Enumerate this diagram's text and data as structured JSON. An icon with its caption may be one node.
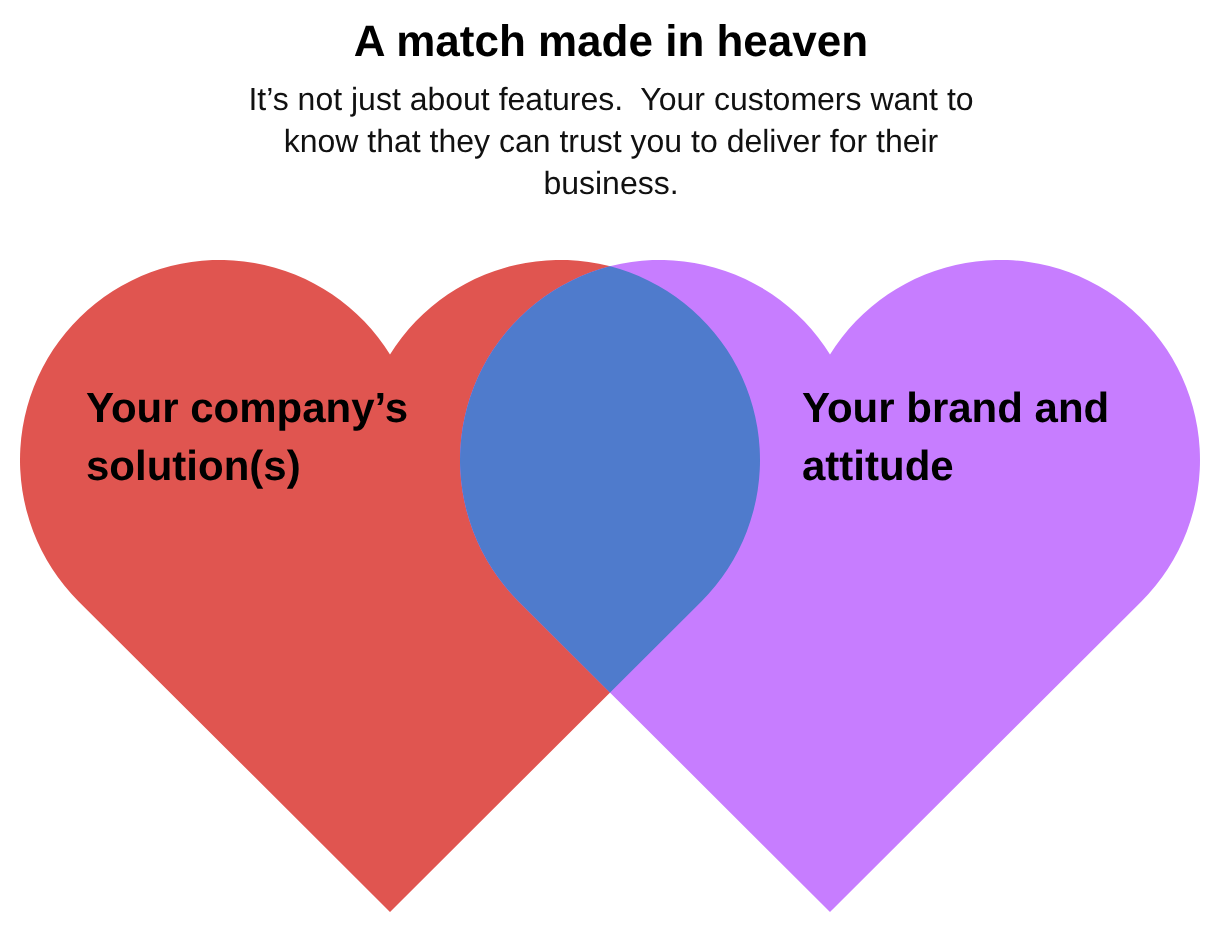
{
  "diagram": {
    "title": "A match made in heaven",
    "nodes": [
      {
        "text": [
          "Your company’s solution(s)"
        ]
      },
      {
        "text": [
          "Your brand and attitude"
        ]
      },
      {
        "text": [],
        "shape": "lens"
      }
    ],
    "labels": [
      "It’s not just about features.  Your customers want to know that they can trust you to deliver for their business."
    ]
  }
}
